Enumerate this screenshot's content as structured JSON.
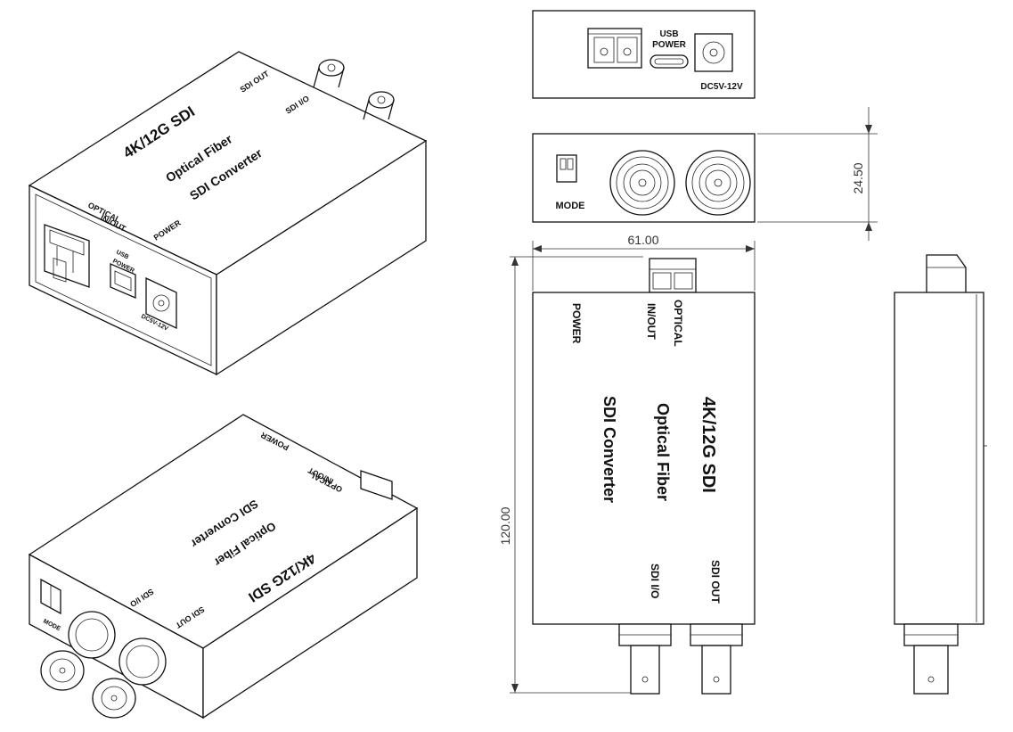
{
  "labels": {
    "title_line1": "4K/12G SDI",
    "title_line2": "Optical Fiber",
    "title_line3": "SDI Converter",
    "sdi_out": "SDI OUT",
    "sdi_io": "SDI I/O",
    "optical_line1": "OPTICAL",
    "optical_line2": "IN/OUT",
    "power": "POWER",
    "usb_line1": "USB",
    "usb_line2": "POWER",
    "dc": "DC5V-12V",
    "mode": "MODE"
  },
  "dimensions": {
    "height": "24.50",
    "width": "61.00",
    "length": "120.00"
  },
  "colors": {
    "line": "#111111",
    "background": "#ffffff"
  }
}
